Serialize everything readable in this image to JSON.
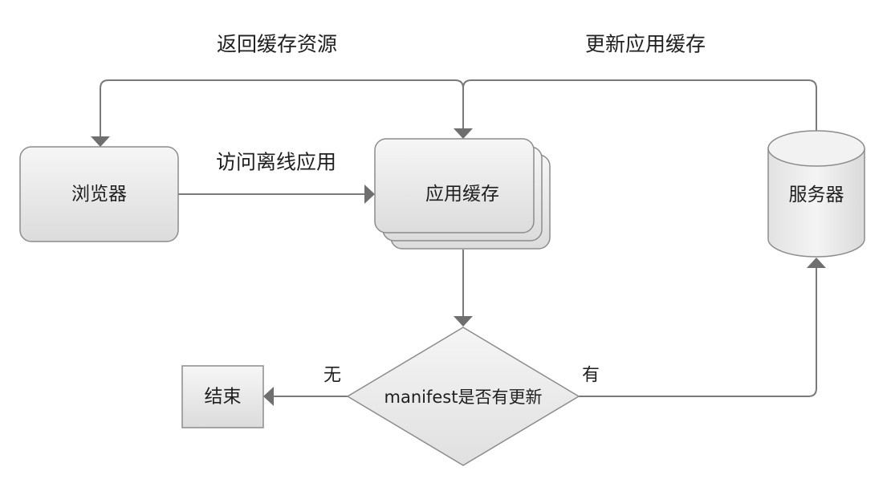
{
  "diagram": {
    "nodes": {
      "browser": {
        "label": "浏览器"
      },
      "app_cache": {
        "label": "应用缓存"
      },
      "server": {
        "label": "服务器"
      },
      "decision": {
        "label": "manifest是否有更新"
      },
      "end": {
        "label": "结束"
      }
    },
    "edges": {
      "browser_to_cache": {
        "label": "访问离线应用"
      },
      "cache_to_browser": {
        "label": "返回缓存资源"
      },
      "server_to_cache": {
        "label": "更新应用缓存"
      },
      "decision_no": {
        "label": "无"
      },
      "decision_yes": {
        "label": "有"
      }
    }
  }
}
